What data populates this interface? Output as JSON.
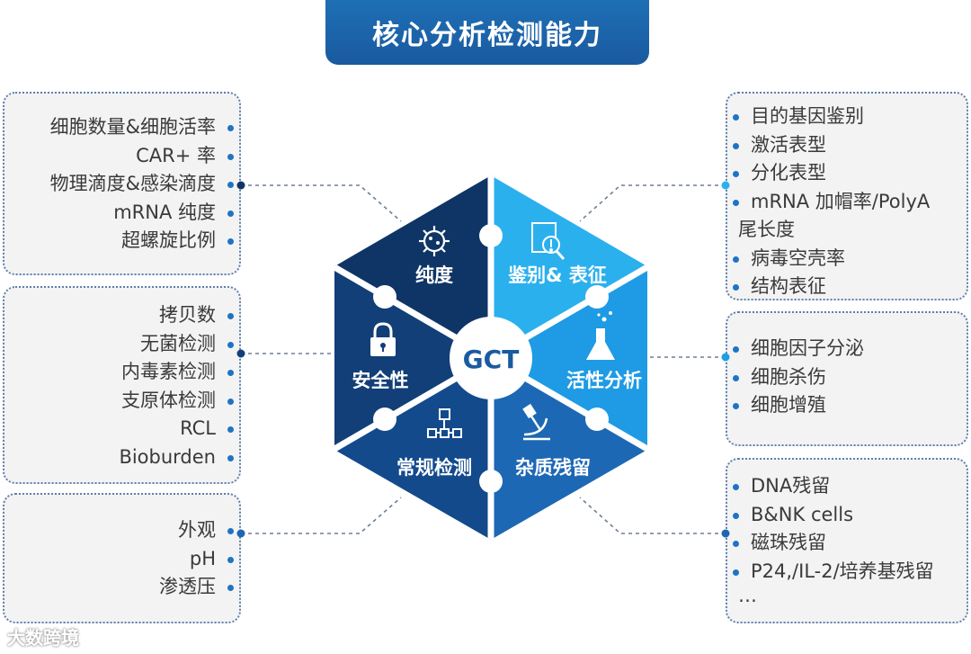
{
  "title": "核心分析检测能力",
  "center_label": "GCT",
  "segments": [
    {
      "label": "纯度",
      "icon": "virus-icon"
    },
    {
      "label": "鉴别& 表征",
      "icon": "magnifier-document-icon"
    },
    {
      "label": "活性分析",
      "icon": "flask-icon"
    },
    {
      "label": "杂质残留",
      "icon": "microscope-icon"
    },
    {
      "label": "常规检测",
      "icon": "network-icon"
    },
    {
      "label": "安全性",
      "icon": "lock-icon"
    }
  ],
  "left_boxes": [
    {
      "items": [
        "细胞数量&细胞活率",
        "CAR+ 率",
        "物理滴度&感染滴度",
        "mRNA 纯度",
        "超螺旋比例"
      ]
    },
    {
      "items": [
        "拷贝数",
        "无菌检测",
        "内毒素检测",
        "支原体检测",
        "RCL",
        "Bioburden"
      ]
    },
    {
      "items": [
        "外观",
        "pH",
        "渗透压"
      ]
    }
  ],
  "right_boxes": [
    {
      "items": [
        "目的基因鉴别",
        "激活表型",
        "分化表型",
        "mRNA 加帽率/PolyA",
        "尾长度",
        "病毒空壳率",
        "结构表征"
      ]
    },
    {
      "items": [
        "细胞因子分泌",
        "细胞杀伤",
        "细胞增殖"
      ]
    },
    {
      "items": [
        "DNA残留",
        "B&NK cells",
        "磁珠残留",
        "P24,/IL-2/培养基残留",
        "…"
      ]
    }
  ],
  "watermark": "大数跨境",
  "colors": {
    "title_bg": "#1e6fb5",
    "dark_blue": "#0f3566",
    "mid_blue": "#123f78",
    "deep_blue": "#134a8c",
    "blue": "#1d68b4",
    "light_blue": "#1ea0e6",
    "sky_blue": "#2bb0ee",
    "dot": "#1f73c4"
  }
}
